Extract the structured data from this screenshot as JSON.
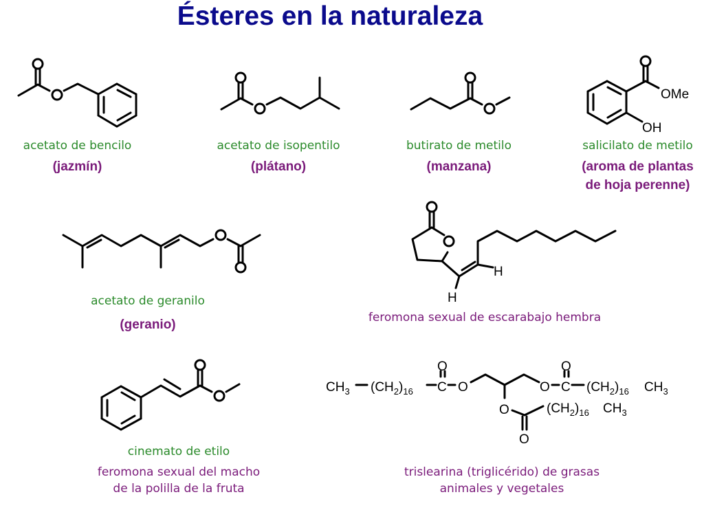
{
  "title": "Ésteres en la naturaleza",
  "colors": {
    "title": "#0a0a8c",
    "name": "#2a8a2a",
    "source": "#7a1a7a",
    "structure": "#000000"
  },
  "compounds": [
    {
      "name": "acetato de bencilo",
      "source": "(jazmín)"
    },
    {
      "name": "acetato de isopentilo",
      "source": "(plátano)"
    },
    {
      "name": "butirato de metilo",
      "source": "(manzana)"
    },
    {
      "name": "salicilato de metilo",
      "source_line1": "(aroma de plantas",
      "source_line2": "de hoja perenne)",
      "labels": {
        "ome": "OMe",
        "oh": "OH"
      }
    },
    {
      "name": "acetato de geranilo",
      "source": "(geranio)"
    },
    {
      "description": "feromona sexual de escarabajo hembra",
      "labels": {
        "h1": "H",
        "h2": "H"
      }
    },
    {
      "name": "cinemato de etilo",
      "description_line1": "feromona sexual del macho",
      "description_line2": "de la polilla de la fruta"
    },
    {
      "description_line1": "trislearina (triglicérido) de grasas",
      "description_line2": "animales y vegetales",
      "formula": {
        "ch3": "CH",
        "sub3": "3",
        "ch2": "(CH",
        "sub2": "2",
        "paren": ")",
        "sub16": "16",
        "c": "C",
        "o": "O"
      }
    }
  ]
}
